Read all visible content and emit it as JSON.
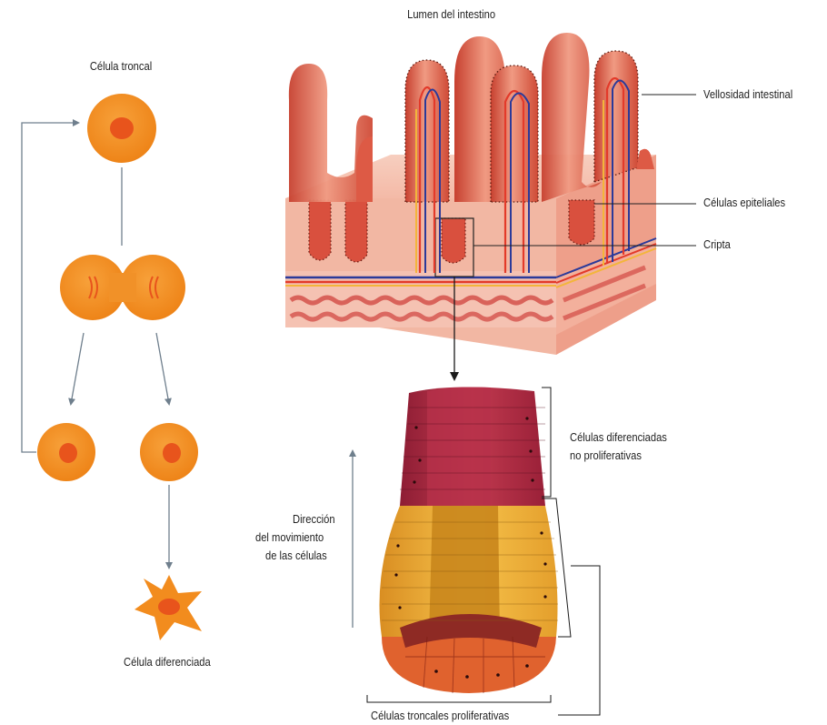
{
  "labels": {
    "stem_cell": "Célula troncal",
    "differentiated_cell": "Célula diferenciada",
    "lumen": "Lumen del intestino",
    "villus": "Vellosidad intestinal",
    "epithelial_cells": "Células epiteliales",
    "crypt": "Cripta",
    "diff_nonprolif_1": "Células diferenciadas",
    "diff_nonprolif_2": "no proliferativas",
    "direction_1": "Dirección",
    "direction_2": "del movimiento",
    "direction_3": "de las células",
    "prolif_stem": "Células troncales proliferativas"
  },
  "colors": {
    "cell_orange": "#f28c1e",
    "nucleus": "#e8541c",
    "arrow_gray": "#6f7f8d",
    "tissue_pink": "#f3b8a6",
    "villus_red": "#e2624e",
    "crypt_red": "#b4273f",
    "crypt_yellow": "#f0b23a"
  }
}
